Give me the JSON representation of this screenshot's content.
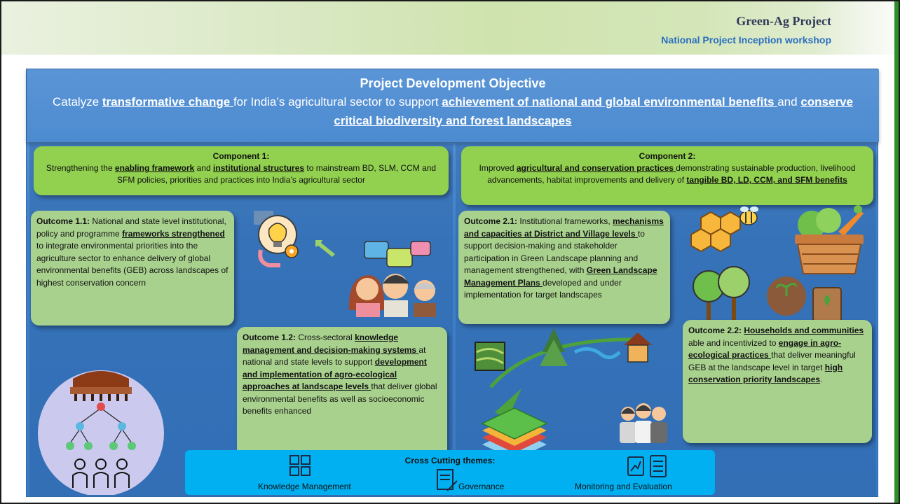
{
  "header": {
    "title": "Green-Ag Project",
    "subtitle": "National Project Inception workshop"
  },
  "objective": {
    "title": "Project Development Objective",
    "t1": "Catalyze ",
    "b1": "transformative change ",
    "t2": "for India’s agricultural sector to support ",
    "b2": "achievement of national and global environmental benefits ",
    "t3": "and ",
    "b3": "conserve critical biodiversity and forest landscapes"
  },
  "component1": {
    "title": "Component 1:",
    "t1": "Strengthening the ",
    "b1": "enabling framework",
    "t2": " and ",
    "b2": "institutional structures",
    "t3": " to mainstream BD, SLM, CCM and  SFM  policies, priorities and practices into India’s agricultural sector"
  },
  "component2": {
    "title": "Component 2:",
    "t1": "Improved ",
    "b1": "agricultural and conservation practices ",
    "t2": "demonstrating sustainable production, livelihood advancements, habitat improvements and delivery of ",
    "b2": "tangible BD, LD, CCM, and SFM benefits"
  },
  "outcome11": {
    "title": "Outcome 1.1:",
    "t1": "  National and state level institutional, policy and programme ",
    "b1": "frameworks strengthened ",
    "t2": "to integrate environmental priorities into the agriculture sector to enhance delivery of global environmental benefits (GEB) across landscapes of highest conservation concern"
  },
  "outcome12": {
    "title": "Outcome 1.2:",
    "t1": "  Cross-sectoral ",
    "b1": "knowledge management and decision-making systems ",
    "t2": "at national and state levels to support ",
    "b2": "development and implementation of agro-ecological approaches at landscape levels ",
    "t3": "that deliver global environmental benefits as well as socioeconomic benefits enhanced"
  },
  "outcome21": {
    "title": "Outcome 2.1:",
    "t1": "  Institutional frameworks, ",
    "b1": "mechanisms and capacities at District and Village levels ",
    "t2": "to support decision-making and stakeholder participation in Green Landscape planning and management strengthened, with ",
    "b2": "Green Landscape Management Plans ",
    "t3": "developed and under implementation for target landscapes"
  },
  "outcome22": {
    "title": "Outcome 2.2: ",
    "b1": "Households and communities ",
    "t1": "able and incentivized to ",
    "b2": "engage in agro-ecological practices ",
    "t2": "that deliver meaningful GEB at the landscape level in target ",
    "b3": "high conservation priority landscapes",
    "t3": "."
  },
  "cross_cutting": {
    "title": "Cross Cutting themes:",
    "knowledge": "Knowledge Management",
    "governance": "Governance",
    "monitoring": "Monitoring and Evaluation"
  },
  "icons": {
    "parliament": "parliament-hierarchy-icon",
    "idea": "lightbulb-brain-gear-icon",
    "people": "people-discussion-icon",
    "bee": "honeycomb-bee-icon",
    "basket": "vegetable-basket-icon",
    "trees": "trees-icon",
    "soil": "seedling-soil-icon",
    "landscape": "landscape-network-icon",
    "layers": "map-layers-icon",
    "community": "community-people-icon"
  },
  "colors": {
    "panel_blue": "#3f80c8",
    "component_green": "#92d050",
    "outcome_green": "#a9d18e",
    "cross_bar": "#00b0f0",
    "brand_stripe": "#2f8f2a"
  }
}
